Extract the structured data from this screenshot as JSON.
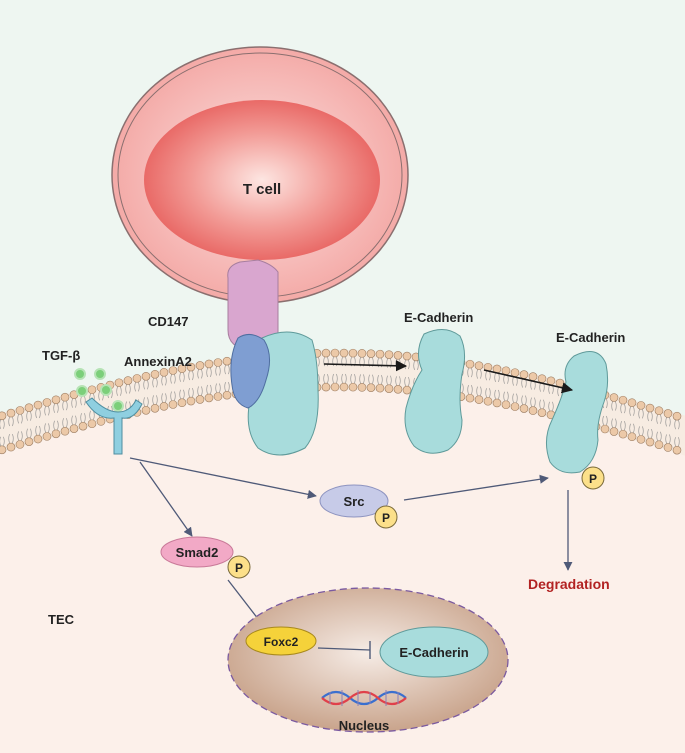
{
  "labels": {
    "t_cell": "T cell",
    "cd147": "CD147",
    "annexin": "AnnexinA2",
    "tgf": "TGF-β",
    "ecad_mid": "E-Cadherin",
    "ecad_right": "E-Cadherin",
    "src": "Src",
    "smad2": "Smad2",
    "p_src": "P",
    "p_smad2": "P",
    "p_ecad": "P",
    "degradation": "Degradation",
    "tec": "TEC",
    "foxc2": "Foxc2",
    "ecad_nucleus": "E-Cadherin",
    "nucleus": "Nucleus"
  },
  "colors": {
    "extracellular": "#eef6f1",
    "cytoplasm": "#fcf0ea",
    "tcell_outer": "#f3a8a4",
    "tcell_inner": "#eb6f6c",
    "cd147": "#d9a6cf",
    "annexin": "#7f9ed2",
    "ecadherin": "#a8dcdc",
    "receptor": "#8fcfe0",
    "tgf_dot": "#7ccf7a",
    "src": "#c7cbe8",
    "smad2": "#f2a9c6",
    "phospho": "#fce08a",
    "foxc2": "#f5d23a",
    "nucleus": "#d9b79e",
    "degradation_text": "#b22222",
    "arrow": "#4f5a78"
  }
}
